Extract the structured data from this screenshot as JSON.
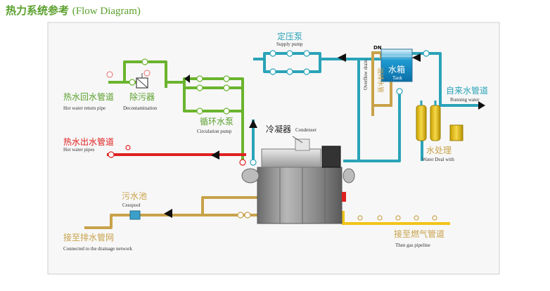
{
  "title": {
    "zh": "热力系统参考",
    "en": "(Flow Diagram)"
  },
  "colors": {
    "green": "#6ab42d",
    "red": "#e02020",
    "cyan": "#2aa3b8",
    "tan": "#c8a24a",
    "yellow": "#f0c419",
    "panel": "#f7f7f7",
    "panel_border": "#cfcfcf"
  },
  "labels": {
    "hot_water_return": {
      "zh": "热水回水管道",
      "en": "Hot water return pipe"
    },
    "decontamination": {
      "zh": "除污器",
      "en": "Decontamination"
    },
    "circulation_pump": {
      "zh": "循环水泵",
      "en": "Circulation pump"
    },
    "supply_pump": {
      "zh": "定压泵",
      "en": "Supply pump"
    },
    "hot_water_out": {
      "zh": "热水出水管道",
      "en": "Hot water pipes"
    },
    "condenser": {
      "zh": "冷凝器",
      "en": "Condenser"
    },
    "overflow_pipe": {
      "zh": "溢排水管",
      "en": "Overflow drain"
    },
    "tank": {
      "zh": "水箱",
      "en": "Tank"
    },
    "tank_dn": "DN",
    "running_water": {
      "zh": "自来水管道",
      "en": "Running water"
    },
    "water_treatment": {
      "zh": "水处理",
      "en": "Water Deal with"
    },
    "cesspool": {
      "zh": "污水池",
      "en": "Cesspool"
    },
    "drainage": {
      "zh": "接至排水管网",
      "en": "Connected to the drainage network"
    },
    "gas": {
      "zh": "接至燃气管道",
      "en": "Then gas pipeline"
    }
  }
}
